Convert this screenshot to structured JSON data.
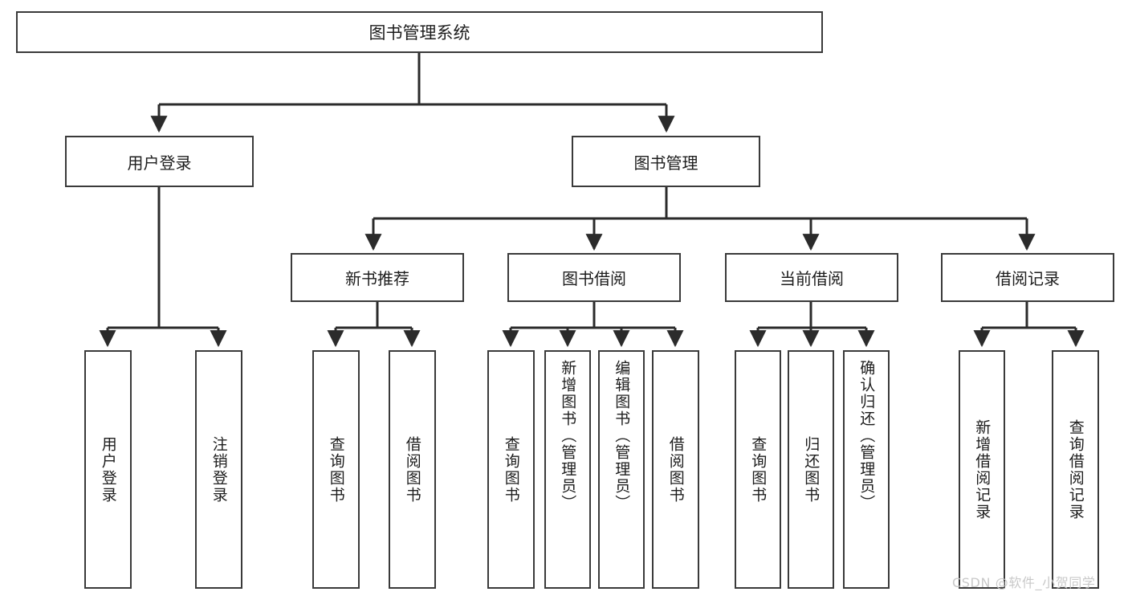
{
  "diagram": {
    "type": "tree-hierarchy",
    "title": "图书管理系统",
    "root": {
      "label": "图书管理系统"
    },
    "level1": [
      {
        "label": "用户登录"
      },
      {
        "label": "图书管理"
      }
    ],
    "level2": [
      {
        "label": "新书推荐"
      },
      {
        "label": "图书借阅"
      },
      {
        "label": "当前借阅"
      },
      {
        "label": "借阅记录"
      }
    ],
    "leaves": {
      "user_login": [
        {
          "label": "用户登录"
        },
        {
          "label": "注销登录"
        }
      ],
      "new_book_recommend": [
        {
          "label": "查询图书"
        },
        {
          "label": "借阅图书"
        }
      ],
      "book_borrow": [
        {
          "label": "查询图书"
        },
        {
          "label": "新增图书（管理员）"
        },
        {
          "label": "编辑图书（管理员）"
        },
        {
          "label": "借阅图书"
        }
      ],
      "current_borrow": [
        {
          "label": "查询图书"
        },
        {
          "label": "归还图书"
        },
        {
          "label": "确认归还（管理员）"
        }
      ],
      "borrow_record": [
        {
          "label": "新增借阅记录"
        },
        {
          "label": "查询借阅记录"
        }
      ]
    }
  },
  "watermark": {
    "text": "CSDN @软件_小贺同学"
  },
  "colors": {
    "background": "#ffffff",
    "box_border": "#3a3a3a",
    "text": "#1d1d1d",
    "connector": "#2b2b2b",
    "watermark": "#c9c9c9"
  }
}
